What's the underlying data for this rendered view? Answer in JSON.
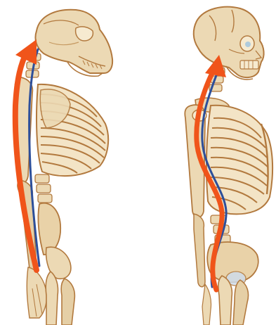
{
  "colors": {
    "bone_fill": "#ecd9b4",
    "bone_light": "#f6ead0",
    "bone_outline": "#b2793e",
    "bone_shadow": "#d6b78a",
    "arrow": "#f0541a",
    "spine_line": "#2d4f9a",
    "eye_blue": "#9ec3e0"
  },
  "figures": [
    {
      "subject": "ape-skeleton",
      "spine_shape": "single-curve",
      "side": "left"
    },
    {
      "subject": "human-skeleton",
      "spine_shape": "s-curve",
      "side": "right"
    }
  ]
}
